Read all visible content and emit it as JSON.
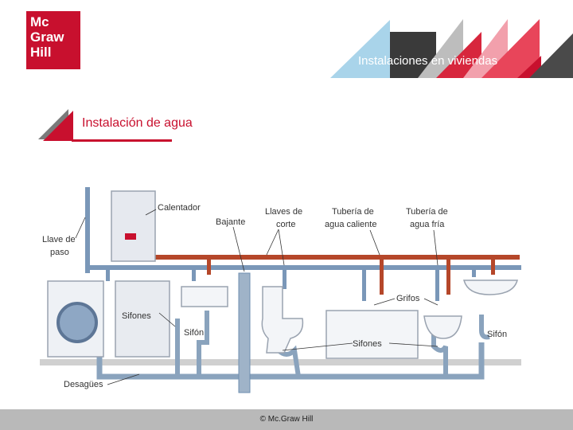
{
  "logo": {
    "line1": "Mc",
    "line2": "Graw",
    "line3": "Hill"
  },
  "header": {
    "title": "Instalaciones en viviendas"
  },
  "section": {
    "title": "Instalación de agua"
  },
  "diagram": {
    "labels": {
      "calentador": "Calentador",
      "llave_de_paso_1": "Llave de",
      "llave_de_paso_2": "paso",
      "bajante": "Bajante",
      "llaves_de_corte_1": "Llaves de",
      "llaves_de_corte_2": "corte",
      "tuberia_caliente_1": "Tubería de",
      "tuberia_caliente_2": "agua caliente",
      "tuberia_fria_1": "Tubería de",
      "tuberia_fria_2": "agua fría",
      "grifos": "Grifos",
      "sifones_left": "Sifones",
      "sifon_middle": "Sifón",
      "sifones_right": "Sifones",
      "sifon_right": "Sifón",
      "desagues": "Desagües"
    },
    "colors": {
      "cold_pipe": "#6f8fb0",
      "hot_pipe": "#b5472a",
      "drain_pipe": "#8aa3bd",
      "floor": "#c9c9c9"
    }
  },
  "footer": {
    "copyright": "© Mc.Graw Hill"
  }
}
